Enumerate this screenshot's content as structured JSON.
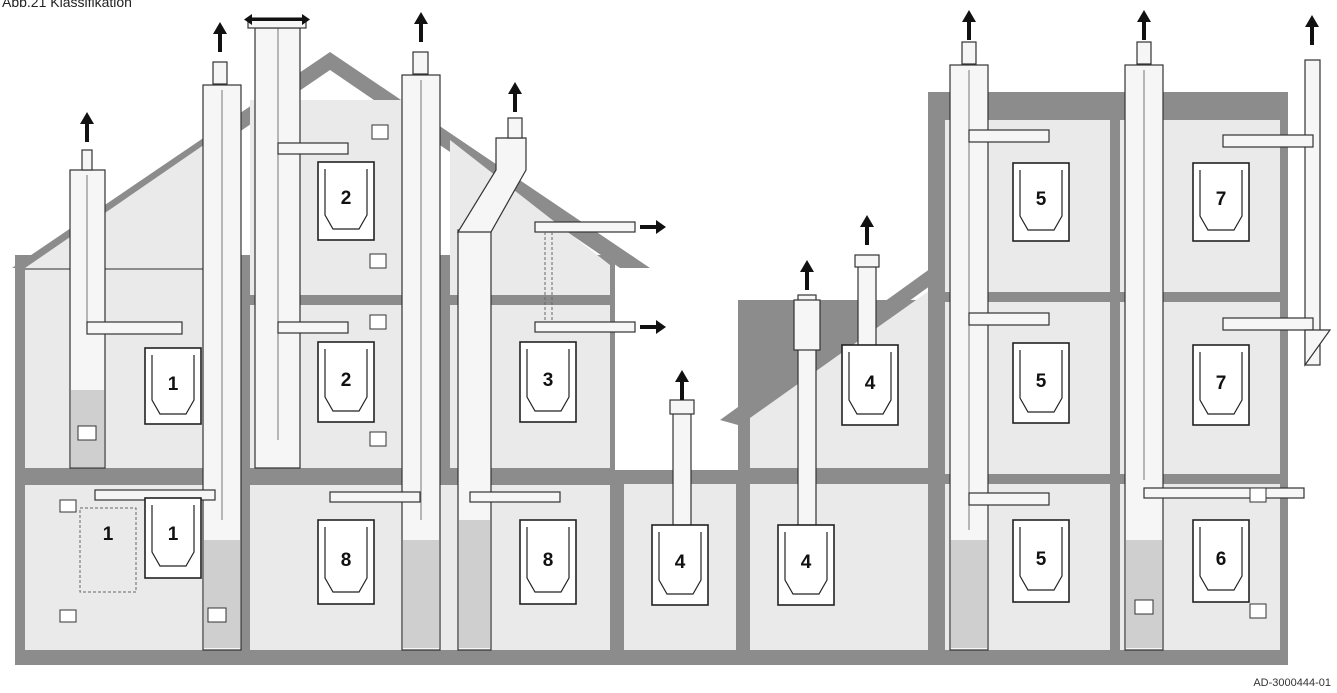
{
  "caption": "Abb.21 Klassifikation",
  "doc_ref": "AD-3000444-01",
  "boiler_labels": {
    "b1a": "1",
    "b1b": "1",
    "b1c": "1",
    "b2a": "2",
    "b2b": "2",
    "b3": "3",
    "b4a": "4",
    "b4b": "4",
    "b4c": "4",
    "b5a": "5",
    "b5b": "5",
    "b5c": "5",
    "b6": "6",
    "b7a": "7",
    "b7b": "7",
    "b8a": "8",
    "b8b": "8"
  },
  "colors": {
    "wall": "#8c8c8c",
    "room": "#eaeaea",
    "line": "#222222"
  }
}
